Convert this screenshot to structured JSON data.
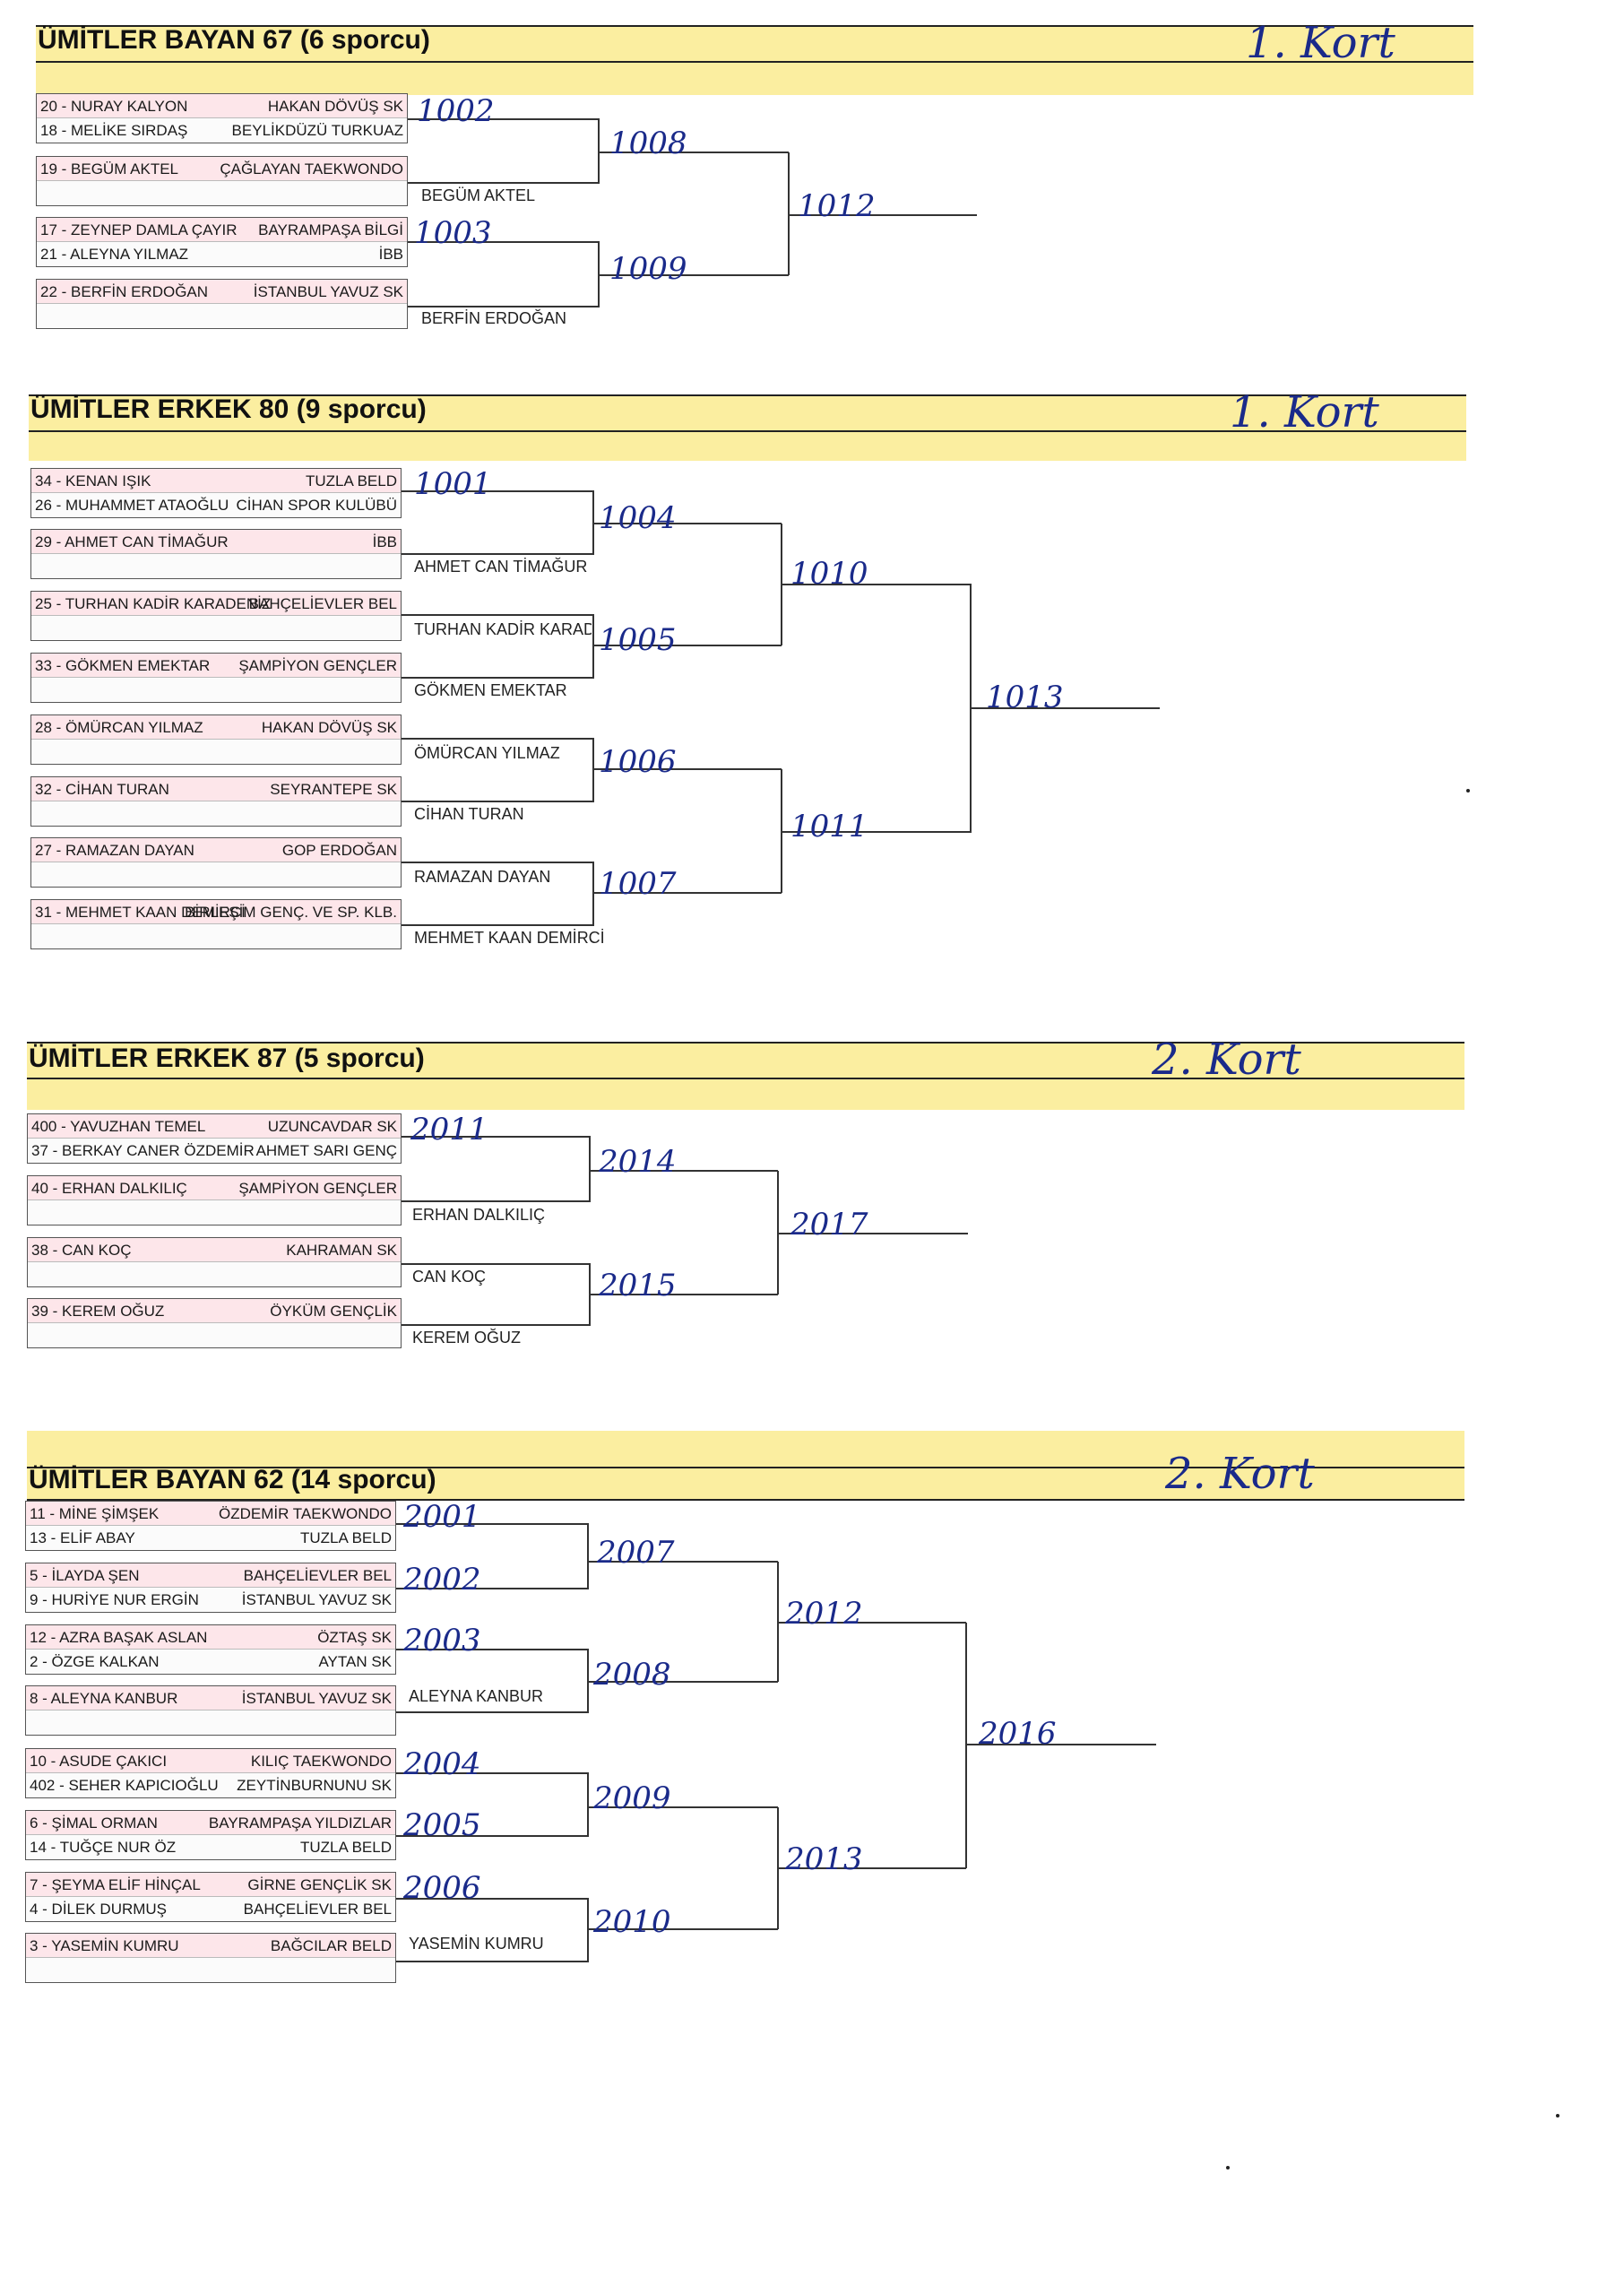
{
  "sections": [
    {
      "title": "ÜMİTLER BAYAN 67 (6 sporcu)",
      "court": "1. Kort",
      "entries": [
        {
          "p1": "20 - NURAY KALYON",
          "c1": "HAKAN DÖVÜŞ SK",
          "p2": "18 - MELİKE SIRDAŞ",
          "c2": "BEYLİKDÜZÜ TURKUAZ"
        },
        {
          "p1": "19 - BEGÜM AKTEL",
          "c1": "ÇAĞLAYAN TAEKWONDO",
          "p2": "",
          "c2": ""
        },
        {
          "p1": "17 - ZEYNEP DAMLA ÇAYIR",
          "c1": "BAYRAMPAŞA BİLGİ",
          "p2": "21 - ALEYNA YILMAZ",
          "c2": "İBB"
        },
        {
          "p1": "22 - BERFİN ERDOĞAN",
          "c1": "İSTANBUL YAVUZ SK",
          "p2": "",
          "c2": ""
        }
      ],
      "advances": [
        "BEGÜM AKTEL",
        "BERFİN ERDOĞAN"
      ],
      "matches": [
        "1002",
        "1008",
        "1003",
        "1009",
        "1012"
      ]
    },
    {
      "title": "ÜMİTLER ERKEK 80 (9 sporcu)",
      "court": "1. Kort",
      "entries": [
        {
          "p1": "34 - KENAN IŞIK",
          "c1": "TUZLA BELD",
          "p2": "26 - MUHAMMET ATAOĞLU",
          "c2": "CİHAN SPOR KULÜBÜ"
        },
        {
          "p1": "29 - AHMET CAN TİMAĞUR",
          "c1": "İBB",
          "p2": "",
          "c2": ""
        },
        {
          "p1": "25 - TURHAN KADİR KARADENİZ",
          "c1": "BAHÇELİEVLER BEL",
          "p2": "",
          "c2": ""
        },
        {
          "p1": "33 - GÖKMEN EMEKTAR",
          "c1": "ŞAMPİYON GENÇLER",
          "p2": "",
          "c2": ""
        },
        {
          "p1": "28 - ÖMÜRCAN YILMAZ",
          "c1": "HAKAN DÖVÜŞ SK",
          "p2": "",
          "c2": ""
        },
        {
          "p1": "32 - CİHAN TURAN",
          "c1": "SEYRANTEPE SK",
          "p2": "",
          "c2": ""
        },
        {
          "p1": "27 - RAMAZAN DAYAN",
          "c1": "GOP ERDOĞAN",
          "p2": "",
          "c2": ""
        },
        {
          "p1": "31 - MEHMET KAAN DEMİRCİ",
          "c1": "BİRLEŞİM GENÇ. VE SP. KLB.",
          "p2": "",
          "c2": ""
        }
      ],
      "advances": [
        "AHMET CAN TİMAĞUR",
        "TURHAN KADİR KARADE",
        "GÖKMEN EMEKTAR",
        "ÖMÜRCAN YILMAZ",
        "CİHAN TURAN",
        "RAMAZAN DAYAN",
        "MEHMET KAAN DEMİRCİ"
      ],
      "matches": [
        "1001",
        "1004",
        "1005",
        "1006",
        "1007",
        "1010",
        "1011",
        "1013"
      ]
    },
    {
      "title": "ÜMİTLER ERKEK 87 (5 sporcu)",
      "court": "2. Kort",
      "entries": [
        {
          "p1": "400 - YAVUZHAN TEMEL",
          "c1": "UZUNCAVDAR SK",
          "p2": "37 - BERKAY CANER ÖZDEMİR",
          "c2": "AHMET SARI GENÇ"
        },
        {
          "p1": "40 - ERHAN DALKILIÇ",
          "c1": "ŞAMPİYON GENÇLER",
          "p2": "",
          "c2": ""
        },
        {
          "p1": "38 - CAN KOÇ",
          "c1": "KAHRAMAN SK",
          "p2": "",
          "c2": ""
        },
        {
          "p1": "39 - KEREM OĞUZ",
          "c1": "ÖYKÜM GENÇLİK",
          "p2": "",
          "c2": ""
        }
      ],
      "advances": [
        "ERHAN DALKILIÇ",
        "CAN KOÇ",
        "KEREM OĞUZ"
      ],
      "matches": [
        "2011",
        "2014",
        "2015",
        "2017"
      ]
    },
    {
      "title": "ÜMİTLER BAYAN 62 (14 sporcu)",
      "court": "2. Kort",
      "entries": [
        {
          "p1": "11 - MİNE ŞİMŞEK",
          "c1": "ÖZDEMİR TAEKWONDO",
          "p2": "13 - ELİF ABAY",
          "c2": "TUZLA BELD"
        },
        {
          "p1": "5 - İLAYDA ŞEN",
          "c1": "BAHÇELİEVLER BEL",
          "p2": "9 - HURİYE NUR ERGİN",
          "c2": "İSTANBUL YAVUZ SK"
        },
        {
          "p1": "12 - AZRA BAŞAK ASLAN",
          "c1": "ÖZTAŞ SK",
          "p2": "2 - ÖZGE KALKAN",
          "c2": "AYTAN SK"
        },
        {
          "p1": "8 - ALEYNA KANBUR",
          "c1": "İSTANBUL YAVUZ SK",
          "p2": "",
          "c2": ""
        },
        {
          "p1": "10 - ASUDE ÇAKICI",
          "c1": "KILIÇ TAEKWONDO",
          "p2": "402 - SEHER KAPICIOĞLU",
          "c2": "ZEYTİNBURNUNU SK"
        },
        {
          "p1": "6 - ŞİMAL ORMAN",
          "c1": "BAYRAMPAŞA YILDIZLAR",
          "p2": "14 - TUĞÇE NUR ÖZ",
          "c2": "TUZLA BELD"
        },
        {
          "p1": "7 - ŞEYMA ELİF HİNÇAL",
          "c1": "GİRNE GENÇLİK SK",
          "p2": "4 - DİLEK DURMUŞ",
          "c2": "BAHÇELİEVLER BEL"
        },
        {
          "p1": "3 - YASEMİN KUMRU",
          "c1": "BAĞCILAR BELD",
          "p2": "",
          "c2": ""
        }
      ],
      "advances": [
        "ALEYNA KANBUR",
        "YASEMİN KUMRU"
      ],
      "matches": [
        "2001",
        "2002",
        "2003",
        "2004",
        "2005",
        "2006",
        "2007",
        "2008",
        "2009",
        "2010",
        "2012",
        "2013",
        "2016"
      ]
    }
  ]
}
